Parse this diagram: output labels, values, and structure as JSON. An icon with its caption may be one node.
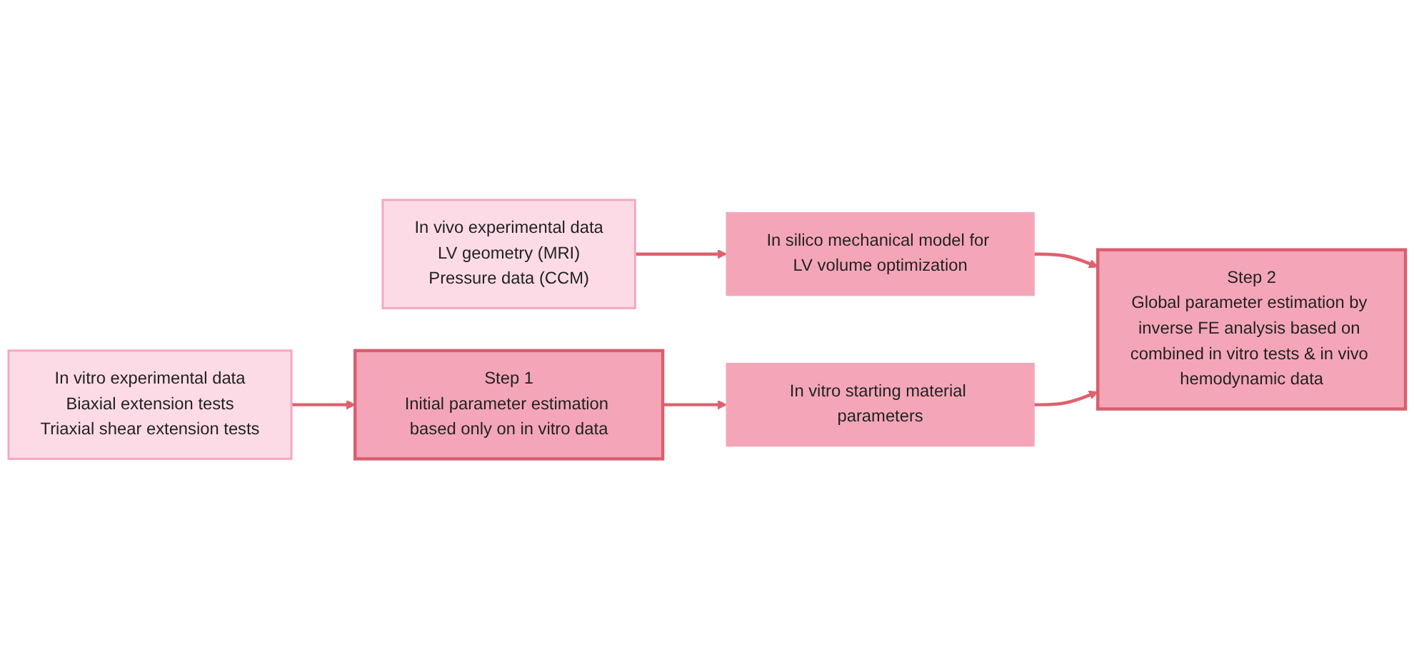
{
  "diagram": {
    "nodes": [
      {
        "text": [
          "In vitro experimental data",
          "Biaxial extension tests",
          "Triaxial shear extension tests"
        ]
      },
      {
        "text": [
          "In vivo experimental data",
          "LV geometry (MRI)",
          "Pressure data (CCM)"
        ]
      },
      {
        "text": [
          "Step 1",
          "Initial parameter estimation based only on in vitro data"
        ]
      },
      {
        "text": [
          "In silico mechanical model for LV volume optimization"
        ]
      },
      {
        "text": [
          "In vitro starting material parameters"
        ]
      },
      {
        "text": [
          "Step 2",
          "Global parameter estimation by inverse FE analysis based on combined in vitro tests & in vivo hemodynamic data"
        ]
      }
    ],
    "edges": [
      {
        "from": 0,
        "to": 2,
        "arrow": "to"
      },
      {
        "from": 1,
        "to": 3,
        "arrow": "to"
      },
      {
        "from": 2,
        "to": 4,
        "arrow": "to"
      },
      {
        "from": 3,
        "to": 5,
        "arrow": "to"
      },
      {
        "from": 4,
        "to": 5,
        "arrow": "to"
      }
    ]
  }
}
